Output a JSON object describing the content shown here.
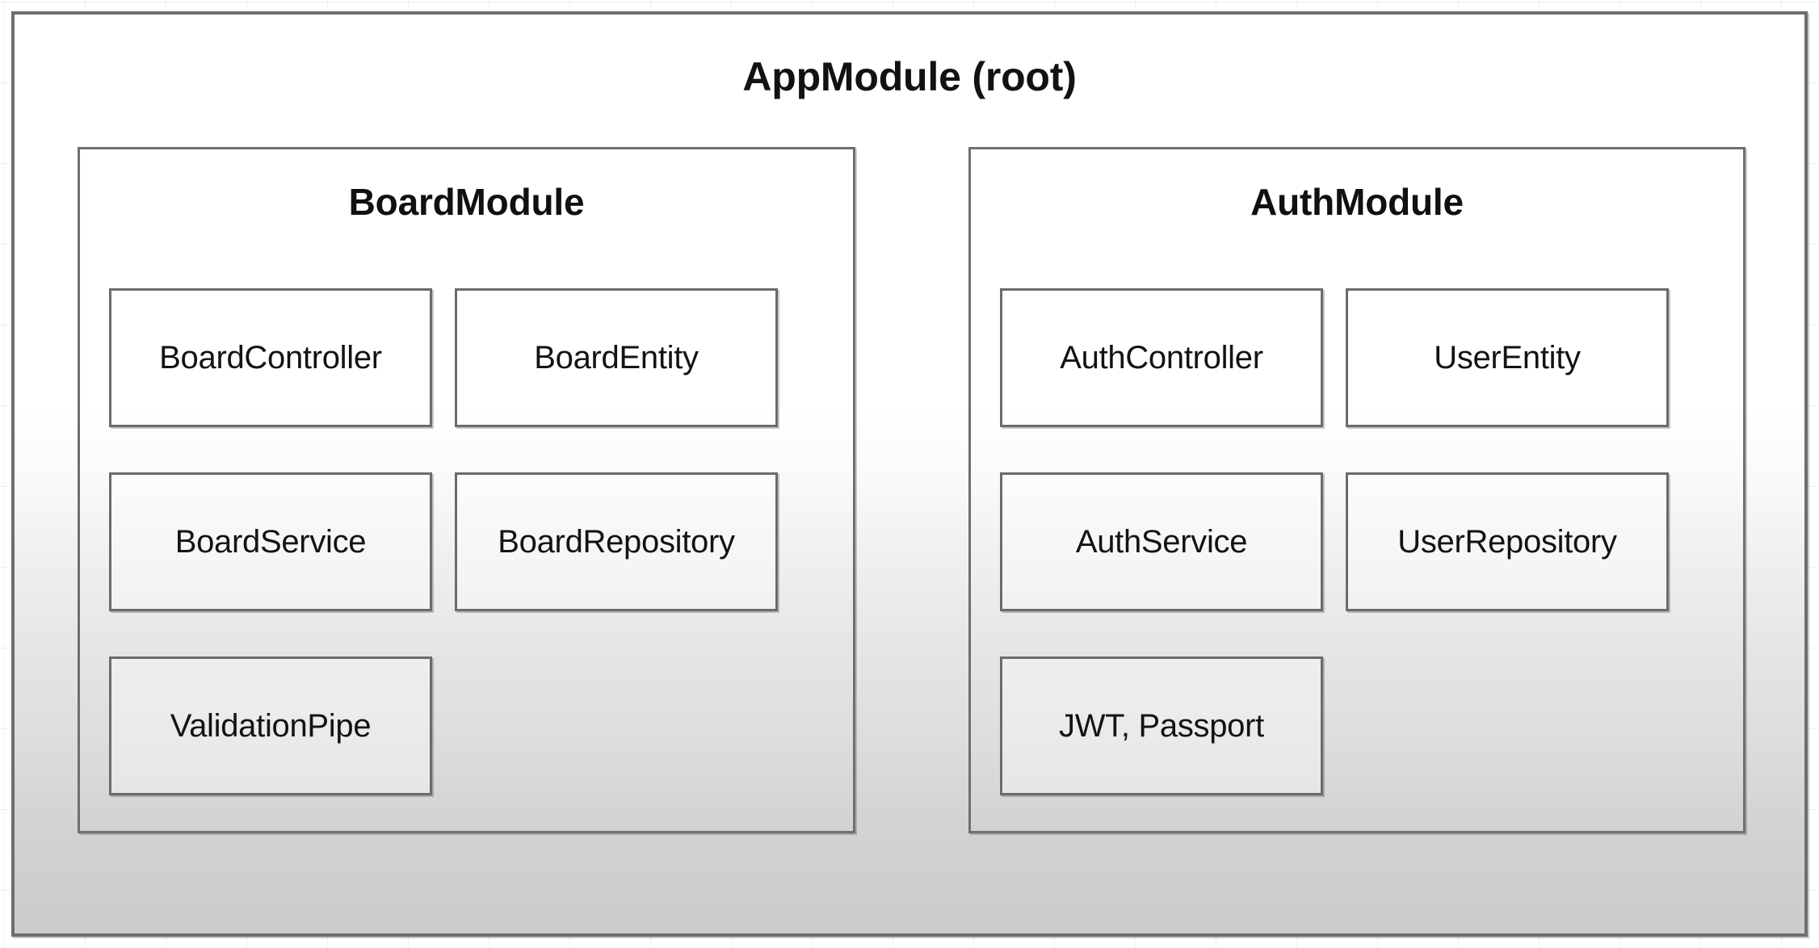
{
  "diagram": {
    "root": {
      "title": "AppModule (root)",
      "border_color": "#6e6e6e",
      "text_color": "#121212"
    },
    "modules": [
      {
        "name": "module-board",
        "title": "BoardModule",
        "components": [
          {
            "label": "BoardController",
            "column": "left",
            "row": 1
          },
          {
            "label": "BoardEntity",
            "column": "right",
            "row": 1
          },
          {
            "label": "BoardService",
            "column": "left",
            "row": 2
          },
          {
            "label": "BoardRepository",
            "column": "right",
            "row": 2
          },
          {
            "label": "ValidationPipe",
            "column": "left",
            "row": 3
          }
        ]
      },
      {
        "name": "module-auth",
        "title": "AuthModule",
        "components": [
          {
            "label": "AuthController",
            "column": "left",
            "row": 1
          },
          {
            "label": "UserEntity",
            "column": "right",
            "row": 1
          },
          {
            "label": "AuthService",
            "column": "left",
            "row": 2
          },
          {
            "label": "UserRepository",
            "column": "right",
            "row": 2
          },
          {
            "label": "JWT, Passport",
            "column": "left",
            "row": 3
          }
        ]
      }
    ]
  }
}
